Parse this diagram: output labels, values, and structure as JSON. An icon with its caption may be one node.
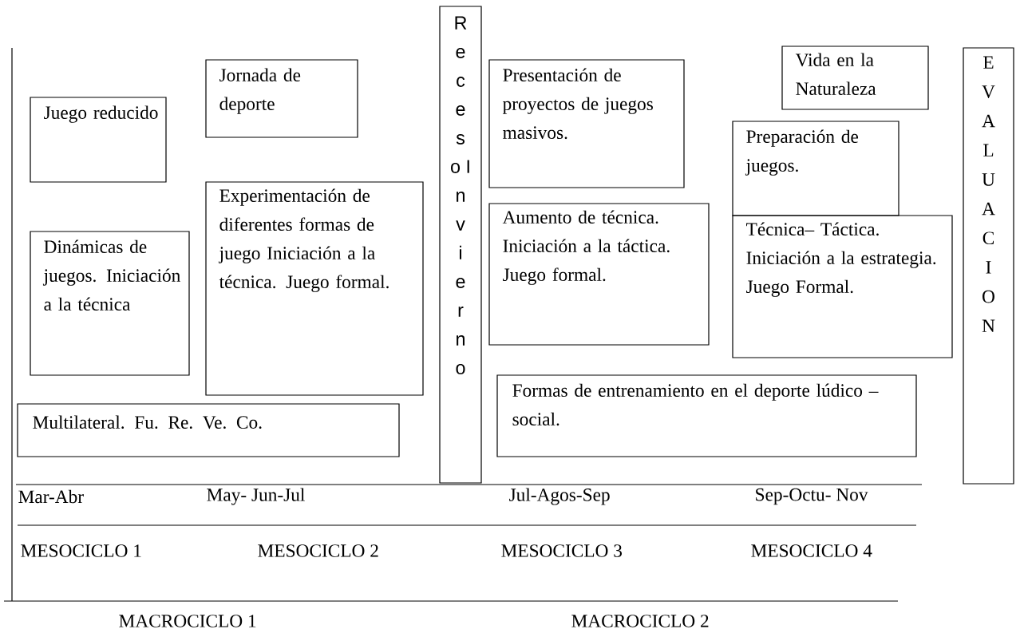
{
  "diagram": {
    "nodes": [
      {
        "text": [
          "Juego reducido"
        ]
      },
      {
        "text": [
          "Jornada de deporte"
        ]
      },
      {
        "text": [
          "Receso Invierno"
        ]
      },
      {
        "text": [
          "Presentación de proyectos de juegos masivos."
        ]
      },
      {
        "text": [
          "Vida en la Naturaleza"
        ]
      },
      {
        "text": [
          "EVALUAC ION"
        ]
      },
      {
        "text": [
          "Preparación de juegos."
        ]
      },
      {
        "text": [
          "Dinámicas de juegos. Iniciación a la técnica"
        ]
      },
      {
        "text": [
          "Experimentación de diferentes formas de juego Iniciación a la técnica. Juego formal."
        ]
      },
      {
        "text": [
          "Aumento de técnica. Iniciación a la táctica. Juego formal."
        ]
      },
      {
        "text": [
          "Técnica– Táctica. Iniciación a la estrategia. Juego Formal."
        ]
      },
      {
        "text": [
          "Multilateral. Fu. Re. Ve. Co."
        ]
      },
      {
        "text": [
          "Formas de entrenamiento en el deporte lúdico – social."
        ]
      }
    ],
    "labels": [
      "Mar-Abr",
      "May- Jun-Jul",
      "Jul-Agos-Sep",
      "Sep-Octu- Nov",
      "MESOCICLO 1",
      "MESOCICLO 2",
      "MESOCICLO 3",
      "MESOCICLO 4",
      "MACROCICLO 1",
      "MACROCICLO 2"
    ]
  }
}
